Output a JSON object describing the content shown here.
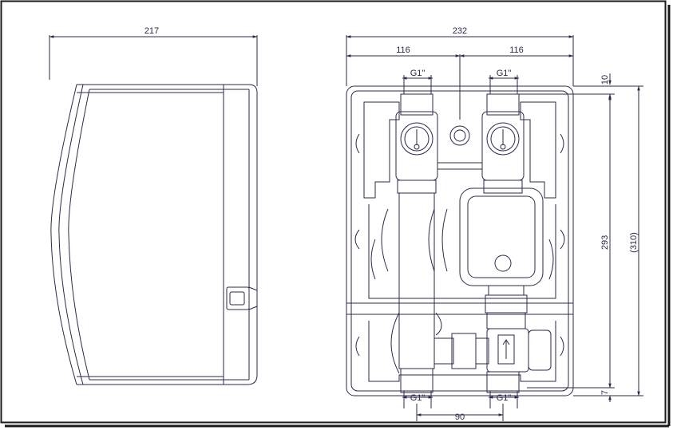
{
  "dimensions": {
    "side_width": "217",
    "front_width": "232",
    "left_half": "116",
    "right_half": "116",
    "top_offset": "10",
    "inner_height": "293",
    "total_height": "(310)",
    "bottom_offset": "7",
    "port_spacing": "90"
  },
  "ports": {
    "top_left": "G1\"",
    "top_right": "G1\"",
    "bottom_left": "G1\"",
    "bottom_right": "G1\""
  },
  "colors": {
    "line": "#2a2a4a",
    "border": "#1a1a1a"
  }
}
